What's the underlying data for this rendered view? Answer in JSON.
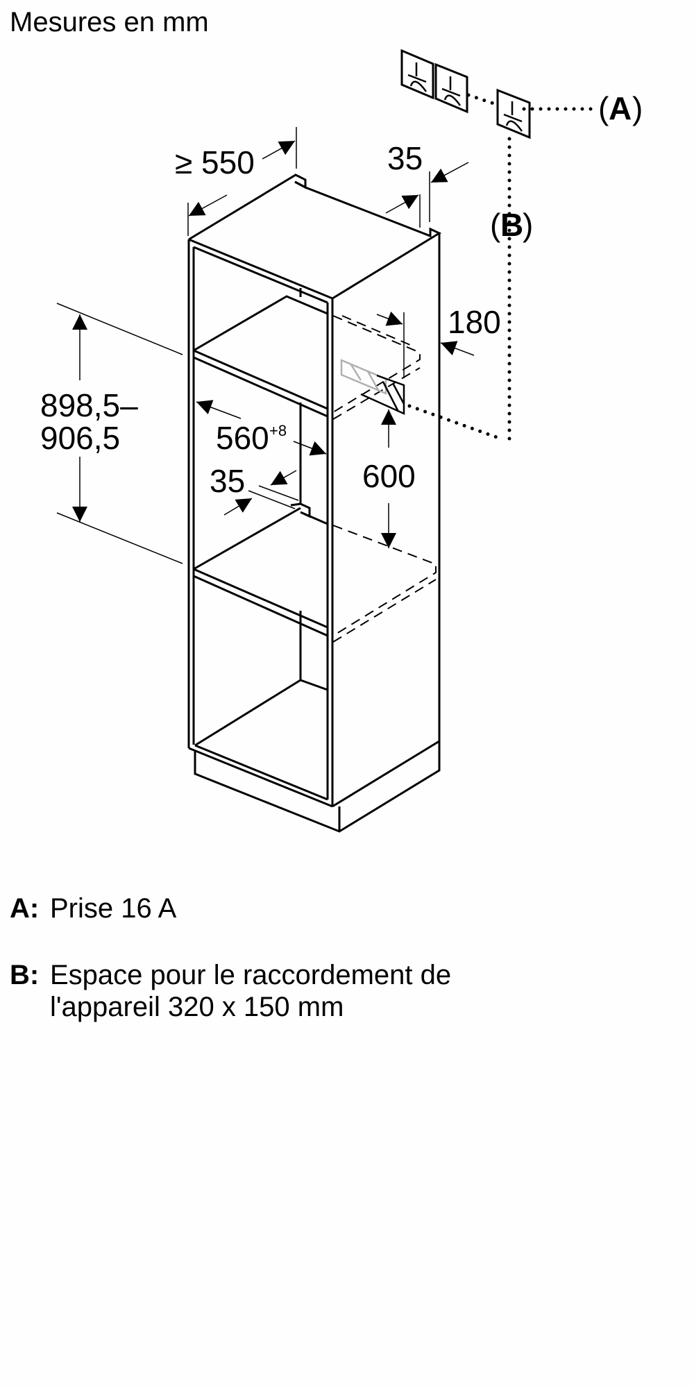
{
  "title": "Mesures en mm",
  "dimensions": {
    "depth_min": "≥ 550",
    "top_gap": "35",
    "side_offset": "180",
    "height_range_line1": "898,5–",
    "height_range_line2": "906,5",
    "niche_width": "560",
    "niche_width_tolerance": "+8",
    "shelf_gap": "35",
    "socket_height": "600"
  },
  "callouts": {
    "a_open": "(",
    "a_letter": "A",
    "a_close": ")",
    "b_open": "(",
    "b_letter": "B",
    "b_close": ")"
  },
  "icons": [
    "socket-icon",
    "socket-icon",
    "socket-icon"
  ],
  "legend": [
    {
      "key": "A:",
      "text": "Prise 16 A"
    },
    {
      "key": "B:",
      "text": "Espace pour le raccordement de l'appareil 320 x 150 mm"
    }
  ],
  "colors": {
    "line": "#000000",
    "background": "#fefefe",
    "hatch_ghost": "#b0b0b0"
  }
}
